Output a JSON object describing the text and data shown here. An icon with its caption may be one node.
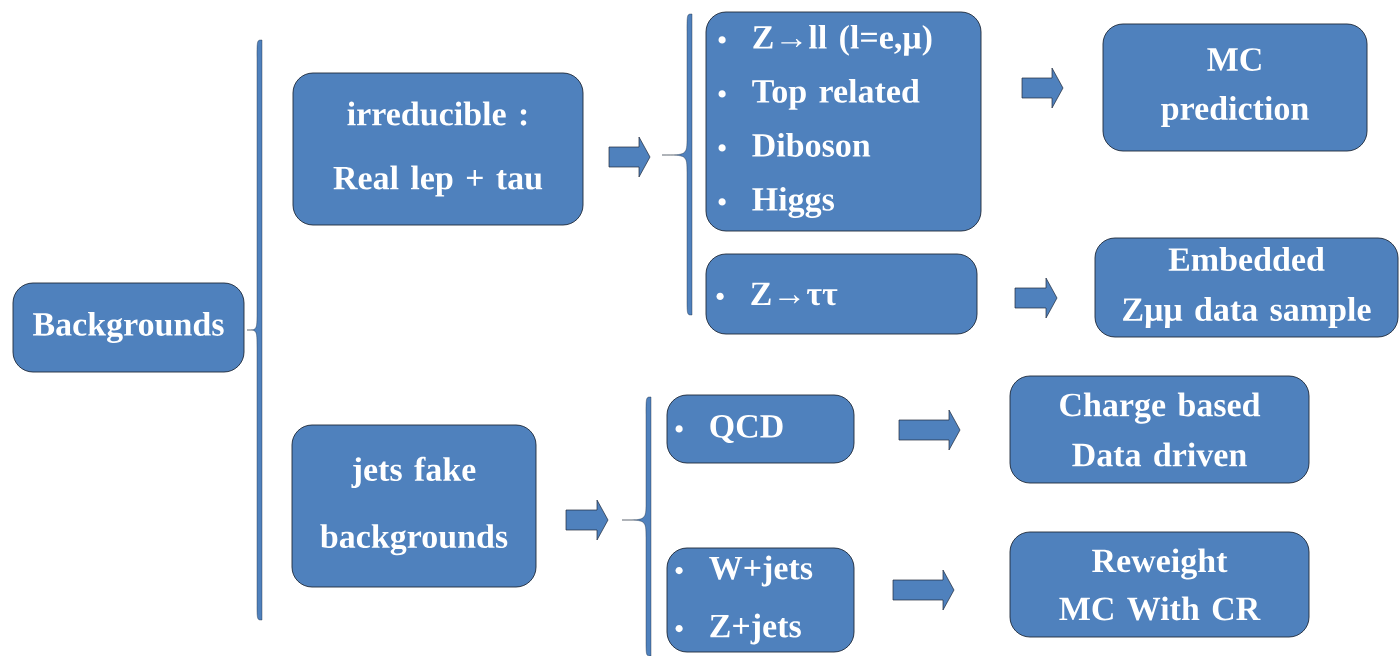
{
  "diagram": {
    "nodes": [
      {
        "text": [
          "Backgrounds"
        ]
      },
      {
        "text": [],
        "shape": "brace"
      },
      {
        "text": [
          "irreducible : Real lep + tau"
        ]
      },
      {
        "text": [],
        "shape": "brace"
      },
      {
        "text": [
          "Z→ll (l=e,μ)",
          "Top related",
          "Diboson",
          "Higgs"
        ]
      },
      {
        "text": [
          "Z→ττ"
        ]
      },
      {
        "text": [
          "MC prediction"
        ]
      },
      {
        "text": [
          "Embedded",
          "Zμμ data sample"
        ]
      },
      {
        "text": [
          "jets fake backgrounds"
        ]
      },
      {
        "text": [],
        "shape": "brace"
      },
      {
        "text": [
          "QCD"
        ]
      },
      {
        "text": [
          "W+jets",
          "Z+jets"
        ]
      },
      {
        "text": [
          "Charge based Data driven"
        ]
      },
      {
        "text": [
          "Reweight MC With CR"
        ]
      }
    ],
    "edges": [
      {
        "from": 2,
        "to": 3,
        "arrow": "to"
      },
      {
        "from": 4,
        "to": 6,
        "arrow": "to"
      },
      {
        "from": 5,
        "to": 7,
        "arrow": "to"
      },
      {
        "from": 8,
        "to": 9,
        "arrow": "to"
      },
      {
        "from": 10,
        "to": 12,
        "arrow": "to"
      },
      {
        "from": 11,
        "to": 13,
        "arrow": "to"
      }
    ]
  }
}
